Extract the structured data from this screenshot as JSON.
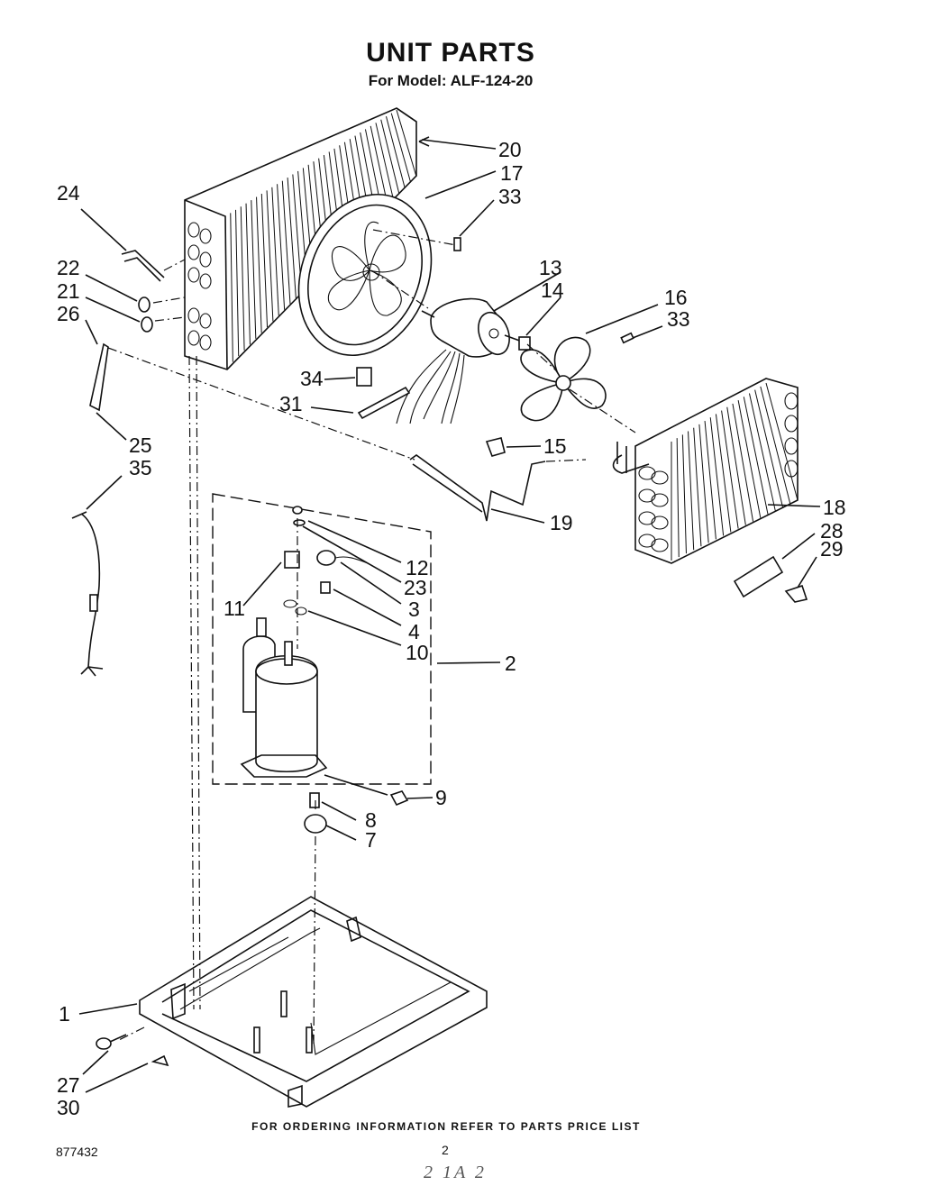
{
  "title": "UNIT PARTS",
  "subtitle": "For Model: ALF-124-20",
  "footer": "FOR ORDERING INFORMATION REFER TO PARTS PRICE LIST",
  "doc_number": "877432",
  "page_number": "2",
  "stamp": "2 1A 2",
  "callouts": {
    "c20": "20",
    "c17": "17",
    "c33a": "33",
    "c24": "24",
    "c22": "22",
    "c21": "21",
    "c26": "26",
    "c13": "13",
    "c14": "14",
    "c16": "16",
    "c33b": "33",
    "c34": "34",
    "c31": "31",
    "c25": "25",
    "c35": "35",
    "c15": "15",
    "c18": "18",
    "c19": "19",
    "c28": "28",
    "c29": "29",
    "c12": "12",
    "c23": "23",
    "c3": "3",
    "c11": "11",
    "c4": "4",
    "c10": "10",
    "c2": "2",
    "c9": "9",
    "c8": "8",
    "c7": "7",
    "c1": "1",
    "c27": "27",
    "c30": "30"
  }
}
